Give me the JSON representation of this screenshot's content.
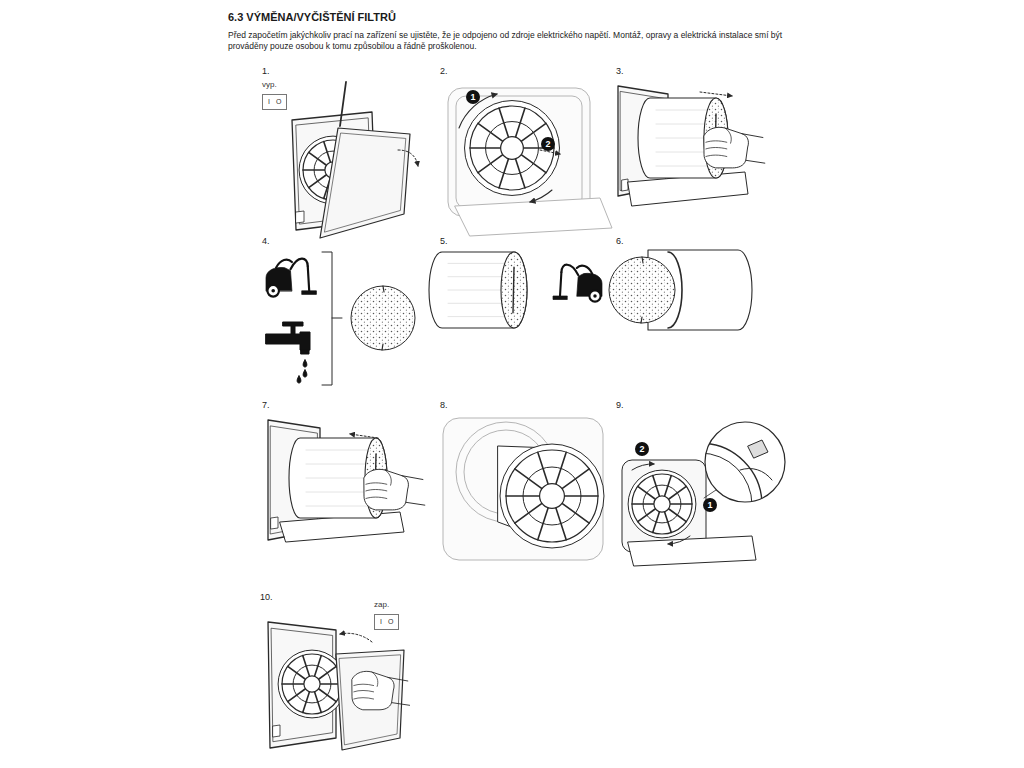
{
  "diagram": {
    "title": "6.3 VÝMĚNA/VYČIŠTĚNÍ FILTRŮ",
    "nodes": [
      {
        "text": [
          "vyp.",
          "I",
          "O"
        ]
      },
      {
        "text": [
          "1"
        ]
      },
      {
        "text": [
          "2"
        ]
      },
      {
        "text": [
          "2"
        ]
      },
      {
        "text": [
          "1"
        ]
      },
      {
        "text": [
          "zap.",
          "I",
          "O"
        ]
      }
    ],
    "labels": [
      "Před započetím jakýchkoliv prací na zařízení se ujistěte, že je odpojeno od zdroje elektrického napětí. Montáž, opravy a elektrická instalace smí být prováděny pouze osobou k tomu způsobilou a řádně proškolenou.",
      "1.",
      "2.",
      "3.",
      "4.",
      "5.",
      "6.",
      "7.",
      "8.",
      "9.",
      "10."
    ]
  }
}
